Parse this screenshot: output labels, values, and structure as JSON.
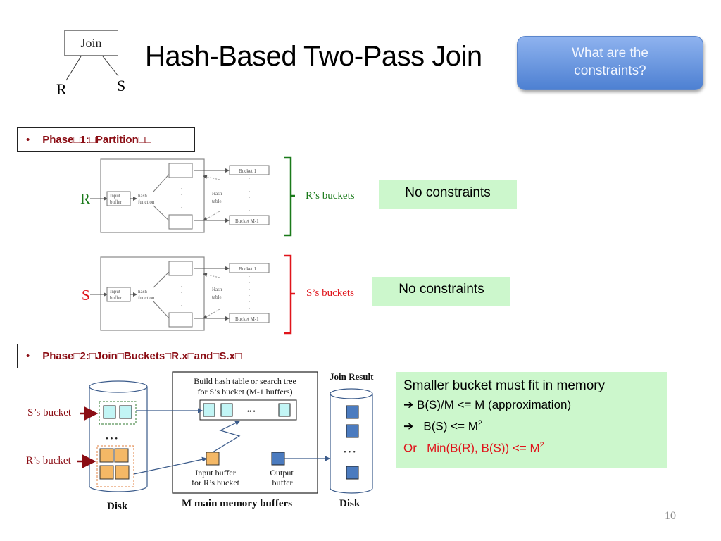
{
  "join_tree": {
    "root": "Join",
    "left": "R",
    "right": "S"
  },
  "title": "Hash-Based Two-Pass Join",
  "question_button": {
    "line1": "What are the",
    "line2": "constraints?"
  },
  "phase1": {
    "label": "Phase□1:□Partition□□",
    "bullet": "•",
    "diagram": {
      "input_buffer": "Input buffer",
      "input_buffer_l1": "Input",
      "input_buffer_l2": "buffer",
      "hash_l1": "hash",
      "hash_l2": "function",
      "hash_table_l1": "Hash",
      "hash_table_l2": "table",
      "bucket_first": "Bucket 1",
      "bucket_last": "Bucket M-1"
    },
    "r": {
      "relation": "R",
      "brace_label": "R’s buckets",
      "constraint": "No constraints",
      "color": "#1a7a1a"
    },
    "s": {
      "relation": "S",
      "brace_label": "S’s buckets",
      "constraint": "No constraints",
      "color": "#e0141b"
    }
  },
  "phase2": {
    "label": "Phase□2:□Join□Buckets□R.x□and□S.x□",
    "bullet": "•",
    "s_bucket_label": "S’s bucket",
    "r_bucket_label": "R’s bucket",
    "disk_label": "Disk",
    "memory_caption_l1": "Build hash table or search tree",
    "memory_caption_l2": "for S’s bucket (M-1 buffers)",
    "input_buffer_l1": "Input buffer",
    "input_buffer_l2": "for R’s bucket",
    "output_buffer_l1": "Output",
    "output_buffer_l2": "buffer",
    "memory_label": "M main memory buffers",
    "join_result_label": "Join Result",
    "result_disk_label": "Disk",
    "ellipsis": "• • •"
  },
  "memory_constraint": {
    "line1": "Smaller bucket must fit in memory",
    "arrow": "➔",
    "line2": "B(S)/M <= M  (approximation)",
    "line3_prefix": "B(S) <= M",
    "line3_sup": "2",
    "line4_or": "Or",
    "line4_prefix": "Min(B(R), B(S)) <= M",
    "line4_sup": "2"
  },
  "page_number": "10"
}
